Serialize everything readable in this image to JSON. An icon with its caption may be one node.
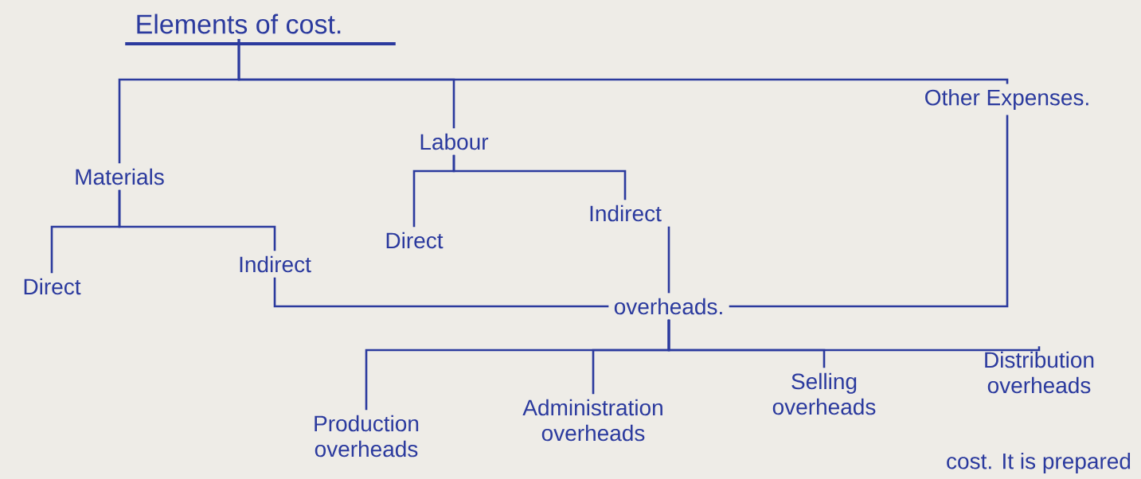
{
  "diagram": {
    "nodes": [
      {
        "text": [
          "Elements of cost."
        ]
      },
      {
        "text": [
          "Materials"
        ]
      },
      {
        "text": [
          "Labour"
        ]
      },
      {
        "text": [
          "Other Expenses."
        ]
      },
      {
        "text": [
          "Direct"
        ]
      },
      {
        "text": [
          "Indirect"
        ]
      },
      {
        "text": [
          "Direct"
        ]
      },
      {
        "text": [
          "Indirect"
        ]
      },
      {
        "text": [
          "overheads."
        ]
      },
      {
        "text": [
          "Production overheads"
        ]
      },
      {
        "text": [
          "Administration overheads"
        ]
      },
      {
        "text": [
          "Selling overheads"
        ]
      },
      {
        "text": [
          "Distribution overheads"
        ]
      }
    ],
    "edges": [
      {
        "from": 0,
        "to": 1,
        "arrow": "none"
      },
      {
        "from": 0,
        "to": 2,
        "arrow": "none"
      },
      {
        "from": 0,
        "to": 3,
        "arrow": "none"
      },
      {
        "from": 1,
        "to": 4,
        "arrow": "none"
      },
      {
        "from": 1,
        "to": 5,
        "arrow": "none"
      },
      {
        "from": 2,
        "to": 6,
        "arrow": "none"
      },
      {
        "from": 2,
        "to": 7,
        "arrow": "none"
      },
      {
        "from": 5,
        "to": 8,
        "arrow": "none"
      },
      {
        "from": 7,
        "to": 8,
        "arrow": "none"
      },
      {
        "from": 3,
        "to": 8,
        "arrow": "none"
      },
      {
        "from": 8,
        "to": 9,
        "arrow": "none"
      },
      {
        "from": 8,
        "to": 10,
        "arrow": "none"
      },
      {
        "from": 8,
        "to": 11,
        "arrow": "none"
      },
      {
        "from": 8,
        "to": 12,
        "arrow": "none"
      }
    ],
    "labels": [
      "cost. It is prepared"
    ]
  }
}
